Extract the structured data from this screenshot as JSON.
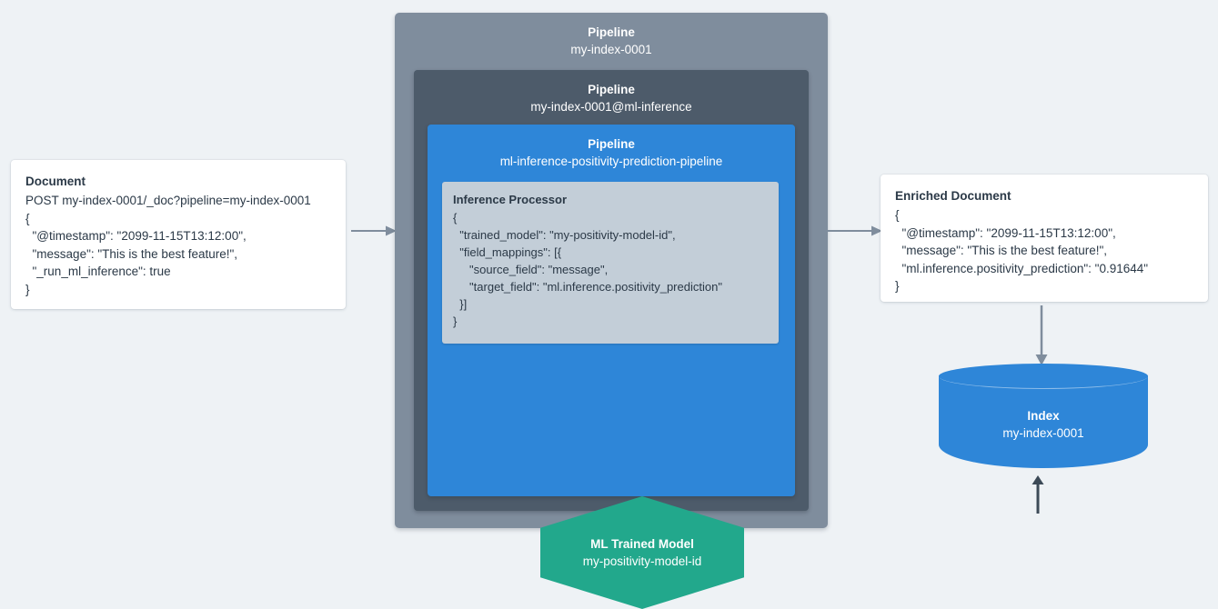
{
  "page": {
    "background": "#eef2f5",
    "text_color": "#2b3947"
  },
  "colors": {
    "pipeline_outer": "#7f8d9d",
    "pipeline_middle": "#4d5b6a",
    "pipeline_inner": "#2e86d8",
    "processor_panel": "#c3ced8",
    "ml_model": "#22a88c",
    "index": "#2e86d8",
    "arrow": "#7f8d9d",
    "arrow_dark": "#3c4a57"
  },
  "document": {
    "title": "Document",
    "lines": [
      "POST my-index-0001/_doc?pipeline=my-index-0001",
      "{",
      "  \"@timestamp\": \"2099-11-15T13:12:00\",",
      "  \"message\": \"This is the best feature!\",",
      "  \"_run_ml_inference\": true",
      "}"
    ]
  },
  "pipeline_outer": {
    "label": "Pipeline",
    "name": "my-index-0001"
  },
  "pipeline_middle": {
    "label": "Pipeline",
    "name": "my-index-0001@ml-inference"
  },
  "pipeline_inner": {
    "label": "Pipeline",
    "name": "ml-inference-positivity-prediction-pipeline"
  },
  "inference_processor": {
    "title": "Inference Processor",
    "lines": [
      "{",
      "  \"trained_model\": \"my-positivity-model-id\",",
      "  \"field_mappings\": [{",
      "     \"source_field\": \"message\",",
      "     \"target_field\": \"ml.inference.positivity_prediction\"",
      "  }]",
      "}"
    ]
  },
  "ml_model": {
    "label": "ML Trained Model",
    "name": "my-positivity-model-id"
  },
  "enriched_document": {
    "title": "Enriched Document",
    "lines": [
      "{",
      "  \"@timestamp\": \"2099-11-15T13:12:00\",",
      "  \"message\": \"This is the best feature!\",",
      "  \"ml.inference.positivity_prediction\": \"0.91644\"",
      "}"
    ]
  },
  "index": {
    "label": "Index",
    "name": "my-index-0001"
  },
  "arrows": [
    {
      "name": "arrow-doc-to-pipeline",
      "direction": "right"
    },
    {
      "name": "arrow-pipeline-to-enriched",
      "direction": "right"
    },
    {
      "name": "arrow-enriched-to-index",
      "direction": "down"
    },
    {
      "name": "arrow-model-to-processor",
      "direction": "up"
    }
  ]
}
